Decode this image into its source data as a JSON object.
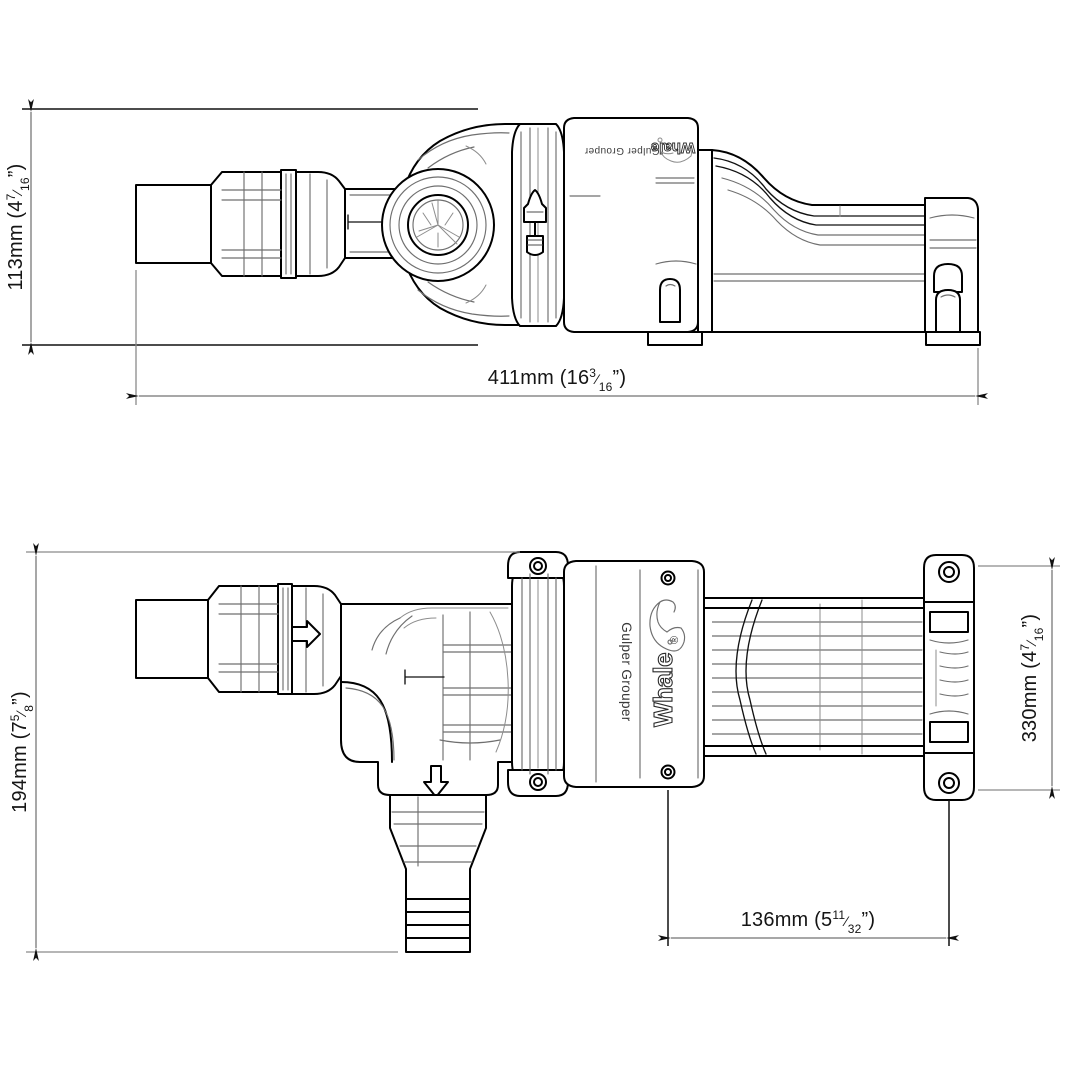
{
  "document": {
    "title": "Whale Gulper Grouper Pump - Dimensioned Technical Drawing",
    "background_color": "#ffffff",
    "line_color": "#000000",
    "dimension_line_color": "#8a8a8a",
    "views": [
      "side-elevation-top",
      "plan-elevation-bottom"
    ]
  },
  "branding": {
    "logo_text": "Whale",
    "logo_registered": "®",
    "model_name": "Gulper Grouper",
    "logo_icon": "whale-icon"
  },
  "dimensions": {
    "top_view_height": {
      "id": "dim-113",
      "metric": "113mm",
      "imperial_open": "(4",
      "imperial_whole": "4",
      "imperial_num": "7",
      "imperial_den": "16",
      "imperial_close": "\")",
      "full": "113mm (4⁷/₁₆\")",
      "orientation": "vertical",
      "location": "left of top view"
    },
    "top_view_length": {
      "id": "dim-411",
      "metric": "411mm",
      "imperial_whole": "16",
      "imperial_num": "3",
      "imperial_den": "16",
      "full": "411mm (16³/₁₆\")",
      "orientation": "horizontal",
      "location": "below top view"
    },
    "bottom_view_width": {
      "id": "dim-194",
      "metric": "194mm",
      "imperial_whole": "7",
      "imperial_num": "5",
      "imperial_den": "8",
      "full": "194mm (7⁵/₈\")",
      "orientation": "vertical",
      "location": "left of bottom view"
    },
    "bracket_height": {
      "id": "dim-330",
      "metric": "330mm",
      "imperial_whole": "4",
      "imperial_num": "7",
      "imperial_den": "16",
      "full": "330mm (4⁷/₁₆\")",
      "orientation": "vertical",
      "location": "right of bottom view"
    },
    "bracket_spacing": {
      "id": "dim-136",
      "metric": "136mm",
      "imperial_whole": "5",
      "imperial_num": "11",
      "imperial_den": "32",
      "full": "136mm (5¹¹/₃₂\")",
      "orientation": "horizontal",
      "location": "below bottom view"
    }
  },
  "annotations": {
    "flow_arrow_inlet": "flow-arrow-right",
    "flow_arrow_outlet": "flow-arrow-down",
    "flow_arrow_mid": "flow-arrow-right-mid"
  },
  "parts": {
    "inlet_port": "inlet-port",
    "hose_collar": "hose-collar-nut",
    "pump_body": "pump-body",
    "valve_cap": "valve-cap-tristar",
    "mount_plate": "mount-plate",
    "motor_housing": "motor-housing",
    "cooling_fins": "cooling-fins",
    "mounting_bracket": "mounting-bracket",
    "outlet_barb": "outlet-hose-barb"
  }
}
